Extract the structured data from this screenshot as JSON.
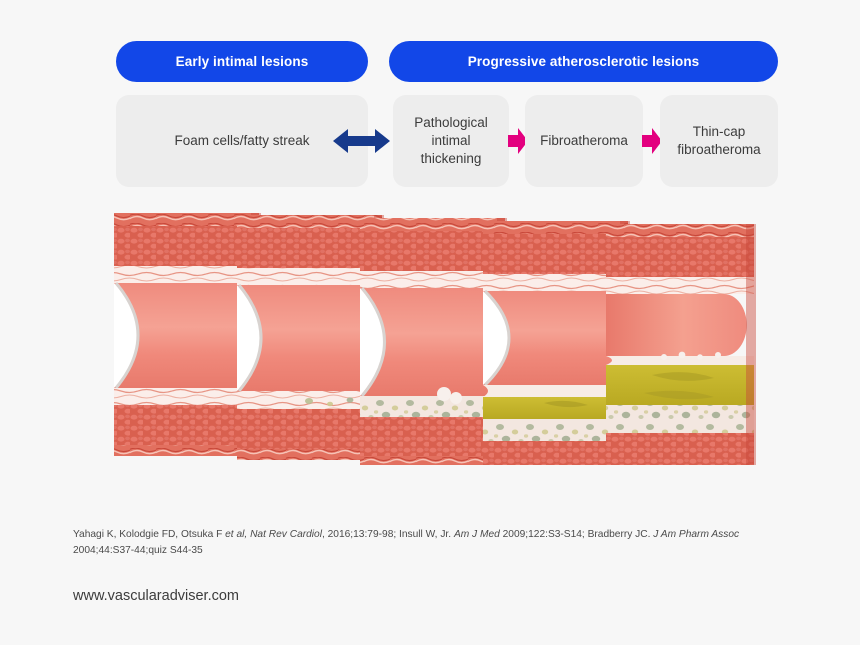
{
  "banners": [
    {
      "label": "Early intimal lesions"
    },
    {
      "label": "Progressive atherosclerotic lesions"
    }
  ],
  "stages": [
    {
      "label": "Foam cells/fatty streak"
    },
    {
      "label": "Pathological intimal thickening"
    },
    {
      "label": "Fibroatheroma"
    },
    {
      "label": "Thin-cap fibroatheroma"
    }
  ],
  "arrows": [
    {
      "name": "bidirectional-arrow",
      "color": "#173a8c",
      "direction": "both"
    },
    {
      "name": "forward-arrow",
      "color": "#e3007f",
      "direction": "right"
    },
    {
      "name": "forward-arrow",
      "color": "#e3007f",
      "direction": "right"
    }
  ],
  "illustration": {
    "alt": "Five arterial cross-section segments showing progression of atherosclerosis",
    "segments": [
      {
        "stage": "normal-artery",
        "lipid_core": false,
        "foam_cells": false
      },
      {
        "stage": "foam-cells-fatty-streak",
        "lipid_core": false,
        "foam_cells": true
      },
      {
        "stage": "pathological-intimal-thickening",
        "lipid_core": false,
        "foam_cells": true
      },
      {
        "stage": "fibroatheroma",
        "lipid_core": true,
        "foam_cells": true
      },
      {
        "stage": "thin-cap-fibroatheroma",
        "lipid_core": true,
        "foam_cells": true
      }
    ],
    "colors": {
      "lumen": "#f08a7c",
      "media": "#d9604f",
      "adventitia": "#c8483a",
      "elastic_lamina": "#fbeeea",
      "lipid_core": "#c4b52a",
      "fibrous_cap": "#f3e7e0",
      "foam_cell": "#9aa88a"
    }
  },
  "footer": {
    "citation_parts": [
      {
        "text": "Yahagi K, Kolodgie FD, Otsuka F ",
        "italic": false
      },
      {
        "text": "et al,",
        "italic": true
      },
      {
        "text": " ",
        "italic": false
      },
      {
        "text": "Nat Rev Cardiol",
        "italic": true
      },
      {
        "text": ", 2016;13:79-98; Insull W, Jr. ",
        "italic": false
      },
      {
        "text": "Am J Med",
        "italic": true
      },
      {
        "text": " 2009;122:S3-S14; Bradberry JC. ",
        "italic": false
      },
      {
        "text": "J Am Pharm Assoc",
        "italic": true
      },
      {
        "text": " 2004;44:S37-44;quiz S44-35",
        "italic": false
      }
    ],
    "url": "www.vascularadviser.com"
  }
}
